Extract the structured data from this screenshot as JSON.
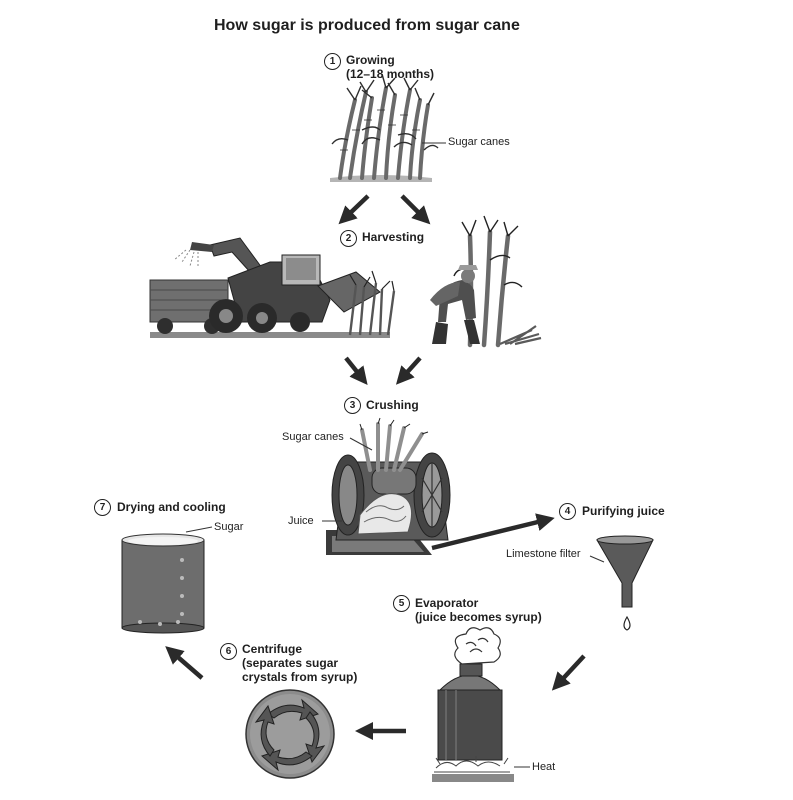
{
  "title": "How sugar is produced from sugar cane",
  "steps": [
    {
      "num": "1",
      "label": "Growing",
      "sub": "(12–18 months)"
    },
    {
      "num": "2",
      "label": "Harvesting"
    },
    {
      "num": "3",
      "label": "Crushing"
    },
    {
      "num": "4",
      "label": "Purifying juice"
    },
    {
      "num": "5",
      "label": "Evaporator",
      "sub": "(juice becomes syrup)"
    },
    {
      "num": "6",
      "label": "Centrifuge",
      "sub": "(separates sugar",
      "sub2": "crystals from syrup)"
    },
    {
      "num": "7",
      "label": "Drying and cooling"
    }
  ],
  "callouts": {
    "growing_canes": "Sugar canes",
    "crushing_canes": "Sugar canes",
    "juice": "Juice",
    "limestone": "Limestone filter",
    "heat": "Heat",
    "sugar": "Sugar"
  }
}
